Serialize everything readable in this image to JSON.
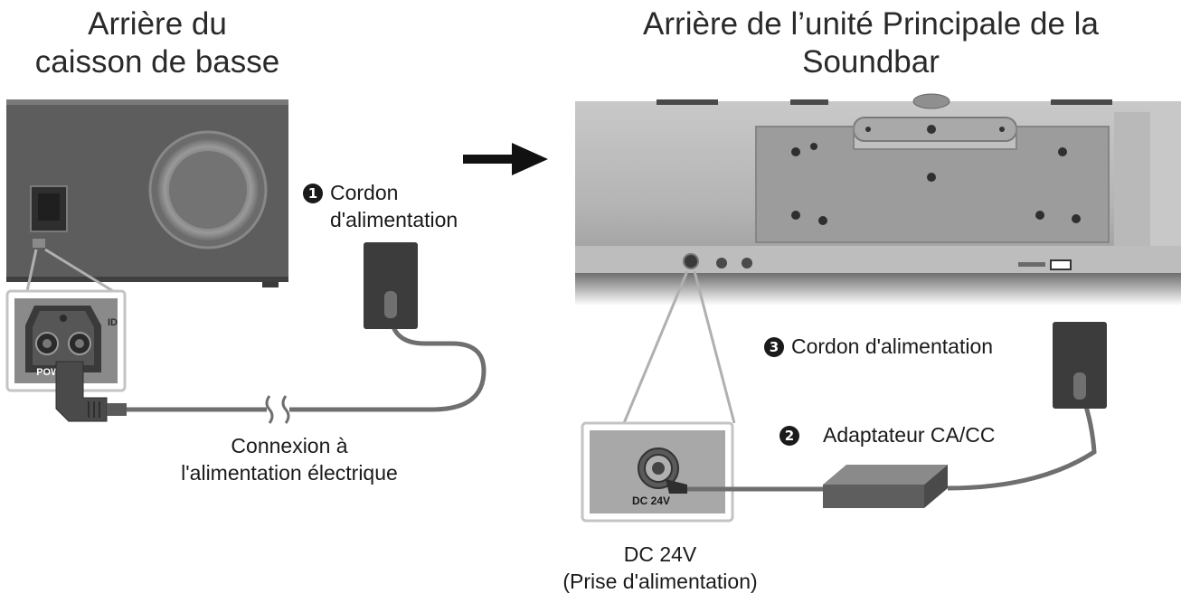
{
  "titles": {
    "subwoofer_line1": "Arrière du",
    "subwoofer_line2": "caisson de basse",
    "soundbar_line1": "Arrière de l’unité Principale de la",
    "soundbar_line2": "Soundbar"
  },
  "subwoofer": {
    "power_port_text": "POWER",
    "id_text": "ID",
    "cord_number": "1",
    "cord_label_line1": "Cordon",
    "cord_label_line2": "d'alimentation",
    "connection_line1": "Connexion à",
    "connection_line2": "l'alimentation électrique"
  },
  "soundbar": {
    "dc_port_text": "DC 24V",
    "adapter_number": "2",
    "adapter_label": "Adaptateur CA/CC",
    "cord_number": "3",
    "cord_label": "Cordon d'alimentation",
    "dc_label_line1": "DC 24V",
    "dc_label_line2": "(Prise d'alimentation)"
  },
  "colors": {
    "panel_dark": "#5a5a5a",
    "panel_mid": "#8c8c8c",
    "panel_light": "#bdbdbd",
    "cable": "#6f6f6f",
    "plug": "#3c3c3c"
  }
}
